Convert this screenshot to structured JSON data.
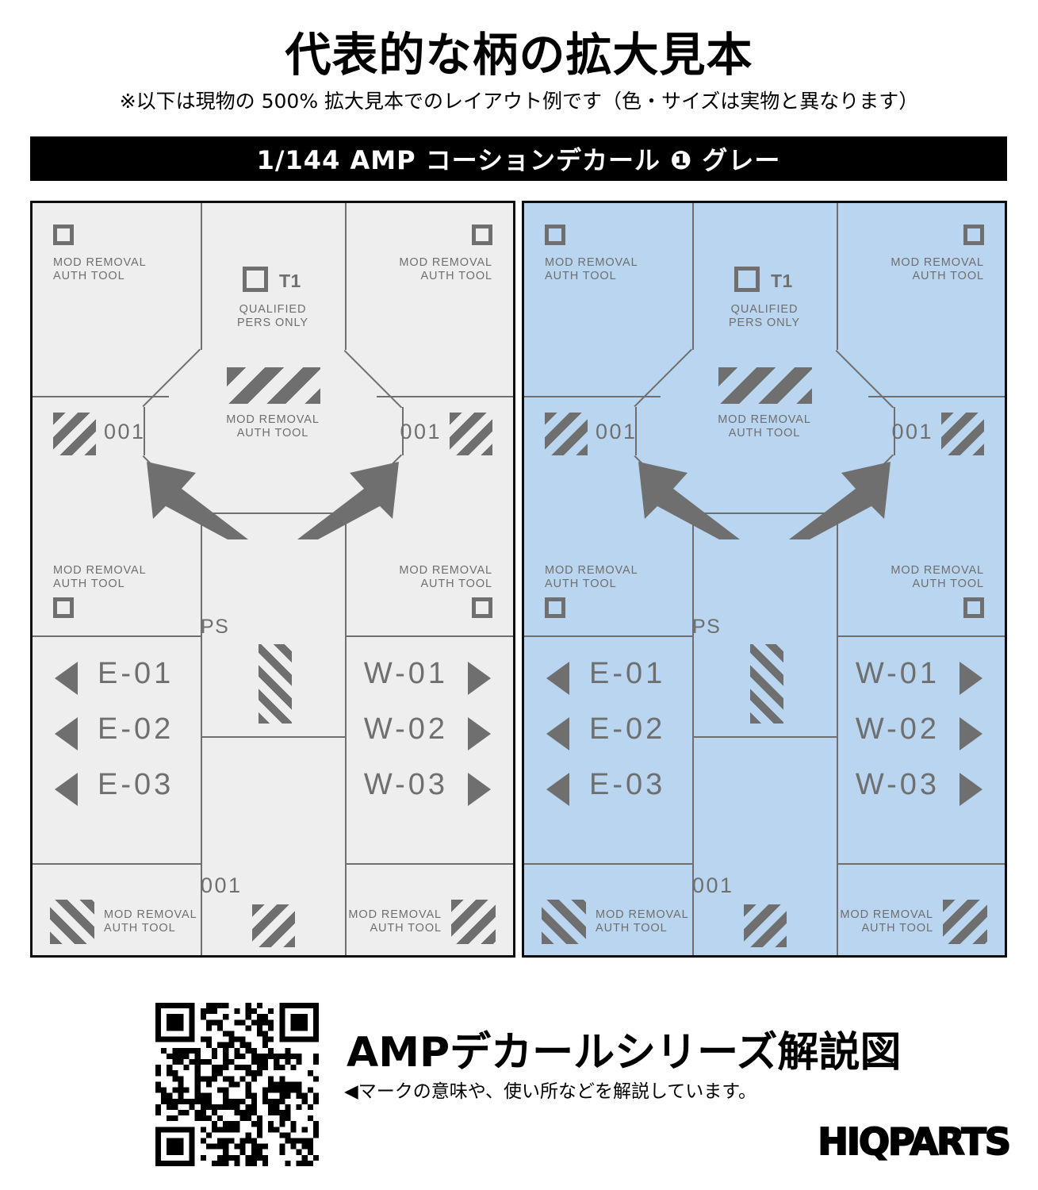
{
  "header": {
    "title": "代表的な柄の拡大見本",
    "subtitle": "※以下は現物の 500% 拡大見本でのレイアウト例です（色・サイズは実物と異なります）",
    "banner": "1/144 AMP コーションデカール ❶ グレー"
  },
  "labels": {
    "mod_removal_l1": "MOD REMOVAL",
    "mod_removal_l2": "AUTH TOOL",
    "qualified_l1": "QUALIFIED",
    "qualified_l2": "PERS ONLY",
    "t1": "T1",
    "ps": "PS",
    "num_001": "001"
  },
  "codes": {
    "east": [
      "E-01",
      "E-02",
      "E-03"
    ],
    "west": [
      "W-01",
      "W-02",
      "W-03"
    ]
  },
  "sheets": [
    {
      "id": "gray",
      "name": "gray-decal-sheet",
      "bg": "#eeeeee"
    },
    {
      "id": "blue",
      "name": "blue-decal-sheet",
      "bg": "#b9d5ef"
    }
  ],
  "footer": {
    "title": "AMPデカールシリーズ解説図",
    "subtitle": "◀マークの意味や、使い所などを解説しています。",
    "brand": "HIQPARTS"
  },
  "colors": {
    "ink": "#6f6f6f",
    "sheet_gray": "#eeeeee",
    "sheet_blue": "#b9d5ef",
    "banner_bg": "#000000",
    "border": "#0d0d0d"
  }
}
